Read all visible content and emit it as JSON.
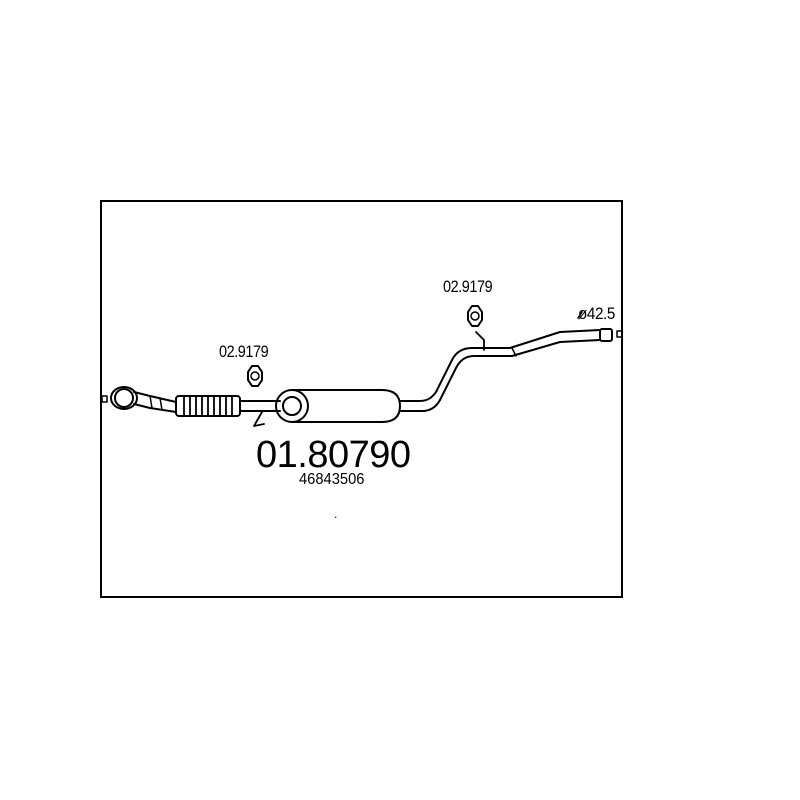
{
  "diagram": {
    "part_number": "01.80790",
    "oem_number": "46843506",
    "clamp_labels": [
      "02.9179",
      "02.9179"
    ],
    "diameter_label": "ø42.5",
    "dot_mark": ".",
    "colors": {
      "line": "#000000",
      "background": "#ffffff"
    }
  }
}
